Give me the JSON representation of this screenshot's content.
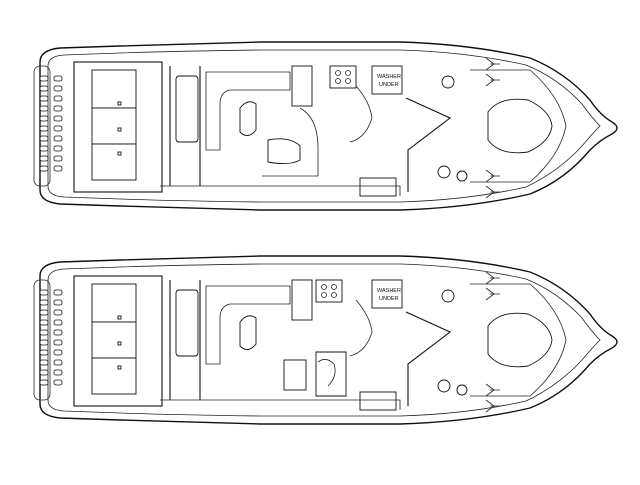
{
  "plans": [
    {
      "variant": "upper",
      "labels": [
        "WASHER",
        "UNDER"
      ]
    },
    {
      "variant": "lower",
      "labels": [
        "WASHER",
        "UNDER"
      ]
    }
  ],
  "colors": {
    "line": "#111111",
    "background": "#ffffff"
  }
}
